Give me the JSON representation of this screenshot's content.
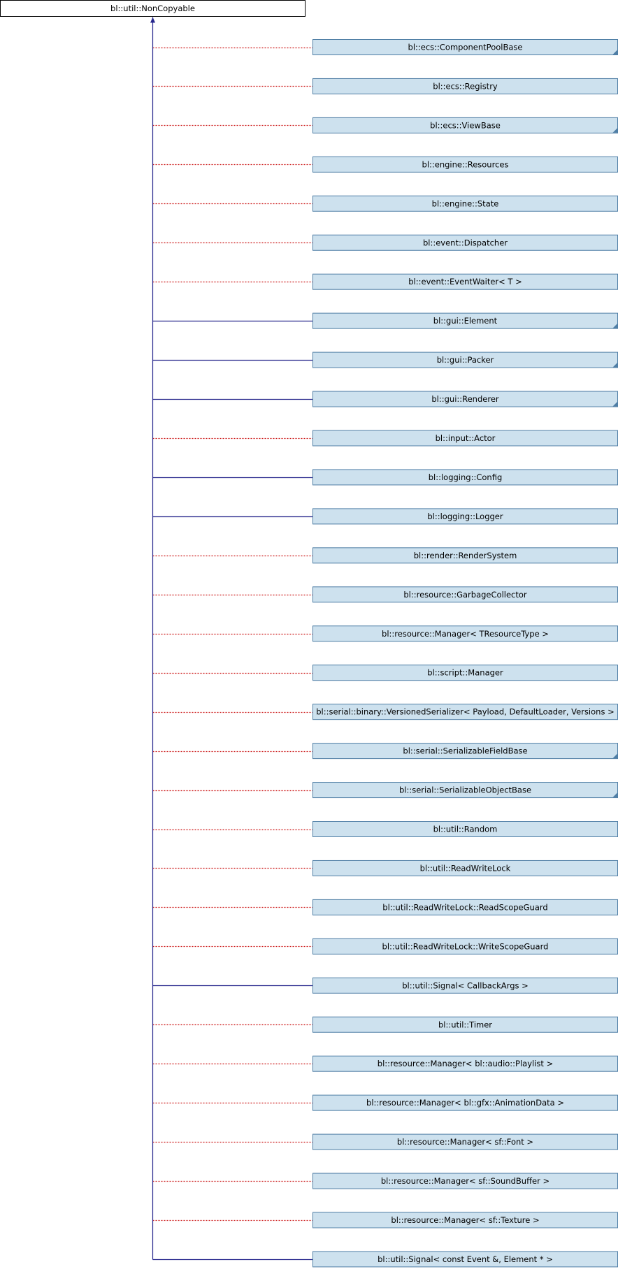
{
  "base_class": {
    "label": "bl::util::NonCopyable"
  },
  "derived_classes": [
    {
      "label": "bl::ecs::ComponentPoolBase",
      "relation": "private",
      "has_more": true
    },
    {
      "label": "bl::ecs::Registry",
      "relation": "private",
      "has_more": false
    },
    {
      "label": "bl::ecs::ViewBase",
      "relation": "private",
      "has_more": true
    },
    {
      "label": "bl::engine::Resources",
      "relation": "private",
      "has_more": false
    },
    {
      "label": "bl::engine::State",
      "relation": "private",
      "has_more": false
    },
    {
      "label": "bl::event::Dispatcher",
      "relation": "private",
      "has_more": false
    },
    {
      "label": "bl::event::EventWaiter< T >",
      "relation": "private",
      "has_more": false
    },
    {
      "label": "bl::gui::Element",
      "relation": "public",
      "has_more": true
    },
    {
      "label": "bl::gui::Packer",
      "relation": "public",
      "has_more": true
    },
    {
      "label": "bl::gui::Renderer",
      "relation": "public",
      "has_more": true
    },
    {
      "label": "bl::input::Actor",
      "relation": "private",
      "has_more": false
    },
    {
      "label": "bl::logging::Config",
      "relation": "public",
      "has_more": false
    },
    {
      "label": "bl::logging::Logger",
      "relation": "public",
      "has_more": false
    },
    {
      "label": "bl::render::RenderSystem",
      "relation": "private",
      "has_more": false
    },
    {
      "label": "bl::resource::GarbageCollector",
      "relation": "private",
      "has_more": false
    },
    {
      "label": "bl::resource::Manager< TResourceType >",
      "relation": "private",
      "has_more": false
    },
    {
      "label": "bl::script::Manager",
      "relation": "private",
      "has_more": false
    },
    {
      "label": "bl::serial::binary::VersionedSerializer< Payload, DefaultLoader, Versions >",
      "relation": "private",
      "has_more": false
    },
    {
      "label": "bl::serial::SerializableFieldBase",
      "relation": "private",
      "has_more": true
    },
    {
      "label": "bl::serial::SerializableObjectBase",
      "relation": "private",
      "has_more": true
    },
    {
      "label": "bl::util::Random",
      "relation": "private",
      "has_more": false
    },
    {
      "label": "bl::util::ReadWriteLock",
      "relation": "private",
      "has_more": false
    },
    {
      "label": "bl::util::ReadWriteLock::ReadScopeGuard",
      "relation": "private",
      "has_more": false
    },
    {
      "label": "bl::util::ReadWriteLock::WriteScopeGuard",
      "relation": "private",
      "has_more": false
    },
    {
      "label": "bl::util::Signal< CallbackArgs >",
      "relation": "public",
      "has_more": false
    },
    {
      "label": "bl::util::Timer",
      "relation": "private",
      "has_more": false
    },
    {
      "label": "bl::resource::Manager< bl::audio::Playlist >",
      "relation": "private",
      "has_more": false
    },
    {
      "label": "bl::resource::Manager< bl::gfx::AnimationData >",
      "relation": "private",
      "has_more": false
    },
    {
      "label": "bl::resource::Manager< sf::Font >",
      "relation": "private",
      "has_more": false
    },
    {
      "label": "bl::resource::Manager< sf::SoundBuffer >",
      "relation": "private",
      "has_more": false
    },
    {
      "label": "bl::resource::Manager< sf::Texture >",
      "relation": "private",
      "has_more": false
    },
    {
      "label": "bl::util::Signal< const Event &, Element * >",
      "relation": "public",
      "has_more": false
    }
  ],
  "colors": {
    "public_edge": "#25258c",
    "private_edge": "#cc1a1a",
    "node_fill": "#cde1ee",
    "node_border": "#4f7ea5",
    "base_fill": "#ffffff",
    "base_border": "#000000",
    "text": "#000000"
  }
}
